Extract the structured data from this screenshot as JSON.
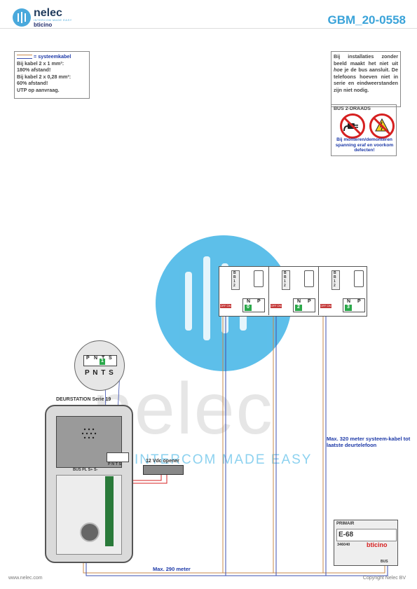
{
  "header": {
    "logo_text": "nelec",
    "logo_tagline": "INTERCOM MADE EASY",
    "brand": "bticino",
    "doc_code": "GBM_20-0558"
  },
  "note_left": {
    "legend": "= systeemkabel",
    "lines": [
      "Bij kabel 2 x 1 mm²:",
      "180% afstand!",
      "Bij kabel 2 x 0,28 mm²:",
      "60% afstand!",
      "UTP op aanvraag."
    ]
  },
  "note_right": {
    "text_pre": "Bij installaties zonder beeld maakt het niet uit ",
    "text_em": "hoe",
    "text_post": " je de bus aansluit. De telefoons hoeven niet in serie en eindweerstanden zijn niet nodig."
  },
  "bus_box": {
    "title": "BUS 2-DRAADS",
    "warning": "Bij monteren/demonteren spanning eraf en voorkom defecten!"
  },
  "diagram": {
    "phones": [
      {
        "switch": "OFF ON",
        "n_label": "N",
        "p_label": "P",
        "number": "0",
        "terminals": [
          "B",
          "B",
          "1",
          "2"
        ]
      },
      {
        "switch": "OFF ON",
        "n_label": "N",
        "p_label": "P",
        "number": "2",
        "terminals": [
          "B",
          "B",
          "1",
          "2"
        ]
      },
      {
        "switch": "OFF ON",
        "n_label": "N",
        "p_label": "P",
        "number": "3",
        "terminals": [
          "B",
          "B",
          "1",
          "2"
        ]
      }
    ],
    "zoom_top": [
      "P",
      "N",
      "T",
      "S"
    ],
    "zoom_bottom": "P N T S",
    "zoom_number": "1",
    "station_label": "DEURSTATION Serie 19",
    "terminal_labels": "BUS PL S+ S-",
    "pnts": "P N T S",
    "opener_label": "12 Vdc opener",
    "max320": "Max. 320 meter systeem-kabel tot laatste deurtelefoon",
    "max290": "Max. 290 meter",
    "psu": {
      "title": "PRIMAIR",
      "model": "E-68",
      "code": "346040",
      "brand": "bticino",
      "bus": "BUS"
    }
  },
  "footer": {
    "left": "www.nelec.com",
    "right": "Copyright Nelec BV"
  },
  "watermark": {
    "word": "nelec",
    "tagline": "INTERCOM MADE EASY"
  },
  "colors": {
    "accent": "#3aa3d9",
    "warning_red": "#d62020",
    "bus_wire": "#c98a4a",
    "system_wire": "#3b4fb0"
  }
}
